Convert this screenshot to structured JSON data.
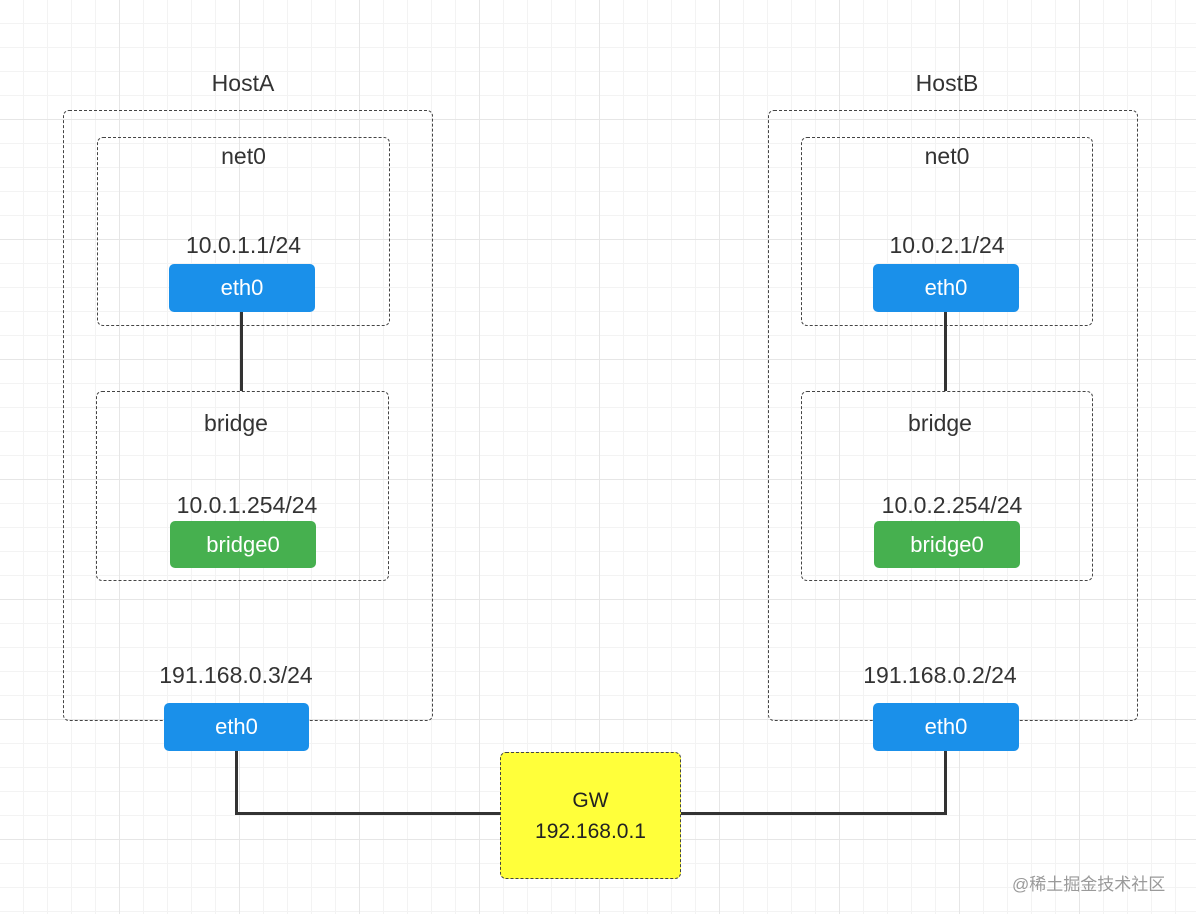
{
  "hostA": {
    "title": "HostA",
    "net0": {
      "title": "net0",
      "ip": "10.0.1.1/24",
      "iface": "eth0"
    },
    "bridge": {
      "title": "bridge",
      "ip": "10.0.1.254/24",
      "iface": "bridge0"
    },
    "outer": {
      "ip": "191.168.0.3/24",
      "iface": "eth0"
    }
  },
  "hostB": {
    "title": "HostB",
    "net0": {
      "title": "net0",
      "ip": "10.0.2.1/24",
      "iface": "eth0"
    },
    "bridge": {
      "title": "bridge",
      "ip": "10.0.2.254/24",
      "iface": "bridge0"
    },
    "outer": {
      "ip": "191.168.0.2/24",
      "iface": "eth0"
    }
  },
  "gateway": {
    "name": "GW",
    "ip": "192.168.0.1"
  },
  "watermark": "@稀土掘金技术社区",
  "colors": {
    "eth": "#1a90ea",
    "bridge": "#46b04f",
    "gateway": "#ffff3a"
  }
}
